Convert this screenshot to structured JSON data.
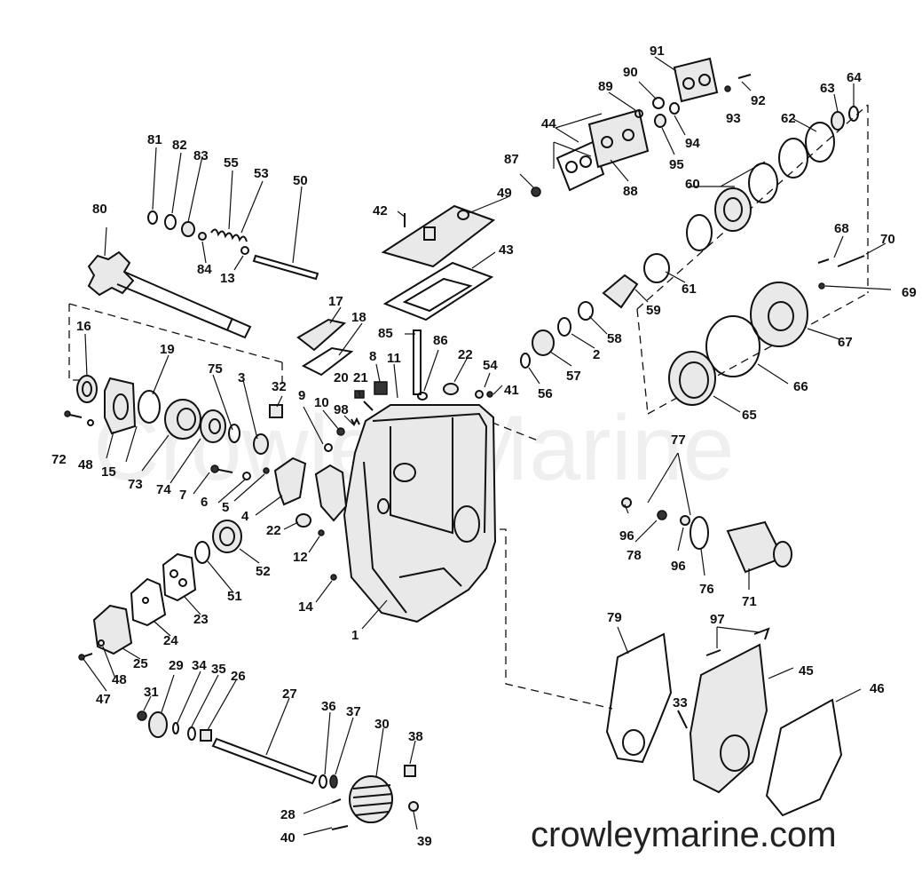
{
  "watermark": "Crowley Marine",
  "site_credit": "crowleymarine.com",
  "parts": {
    "1": "1",
    "2": "2",
    "3": "3",
    "4": "4",
    "5": "5",
    "6": "6",
    "7": "7",
    "8": "8",
    "9": "9",
    "10": "10",
    "11": "11",
    "12": "12",
    "13": "13",
    "14": "14",
    "15": "15",
    "16": "16",
    "17": "17",
    "18": "18",
    "19": "19",
    "20": "20",
    "21": "21",
    "22a": "22",
    "22b": "22",
    "23": "23",
    "24": "24",
    "25": "25",
    "26": "26",
    "27": "27",
    "28": "28",
    "29": "29",
    "30": "30",
    "31": "31",
    "32": "32",
    "33": "33",
    "34": "34",
    "35": "35",
    "36": "36",
    "37": "37",
    "38": "38",
    "39": "39",
    "40": "40",
    "41": "41",
    "42": "42",
    "43": "43",
    "44": "44",
    "45": "45",
    "46": "46",
    "47": "47",
    "48a": "48",
    "48b": "48",
    "49": "49",
    "50": "50",
    "51": "51",
    "52": "52",
    "53": "53",
    "54": "54",
    "55": "55",
    "56": "56",
    "57": "57",
    "58": "58",
    "59": "59",
    "60": "60",
    "61": "61",
    "62": "62",
    "63": "63",
    "64": "64",
    "65": "65",
    "66": "66",
    "67": "67",
    "68": "68",
    "69": "69",
    "70": "70",
    "71": "71",
    "72": "72",
    "73": "73",
    "74": "74",
    "75": "75",
    "76": "76",
    "77": "77",
    "78": "78",
    "79": "79",
    "80": "80",
    "81": "81",
    "82": "82",
    "83": "83",
    "84": "84",
    "85": "85",
    "86": "86",
    "87": "87",
    "88": "88",
    "89": "89",
    "90": "90",
    "91": "91",
    "92": "92",
    "93": "93",
    "94": "94",
    "95": "95",
    "96a": "96",
    "96b": "96",
    "97": "97",
    "98": "98"
  }
}
